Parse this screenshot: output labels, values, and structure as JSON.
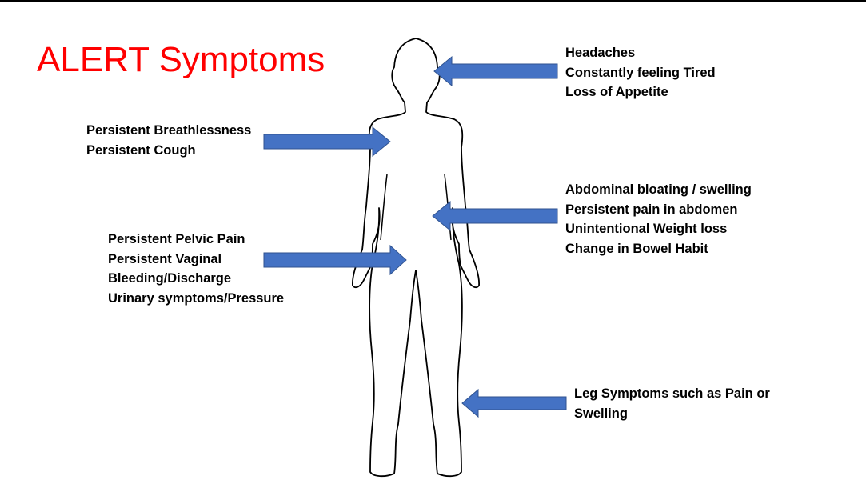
{
  "title": "ALERT Symptoms",
  "colors": {
    "title": "#ff0000",
    "arrow_fill": "#4472c4",
    "arrow_stroke": "#2f528f",
    "outline": "#000000",
    "text": "#000000"
  },
  "groups": {
    "head": [
      "Headaches",
      "Constantly feeling Tired",
      "Loss of Appetite"
    ],
    "chest": [
      "Persistent Breathlessness",
      "Persistent Cough"
    ],
    "abdomen": [
      "Abdominal bloating / swelling",
      "Persistent pain in abdomen",
      "Unintentional Weight loss",
      "Change in Bowel Habit"
    ],
    "pelvic": [
      "Persistent Pelvic Pain",
      "Persistent Vaginal",
      "Bleeding/Discharge",
      "Urinary symptoms/Pressure"
    ],
    "leg": [
      "Leg Symptoms such as Pain or",
      "Swelling"
    ]
  }
}
